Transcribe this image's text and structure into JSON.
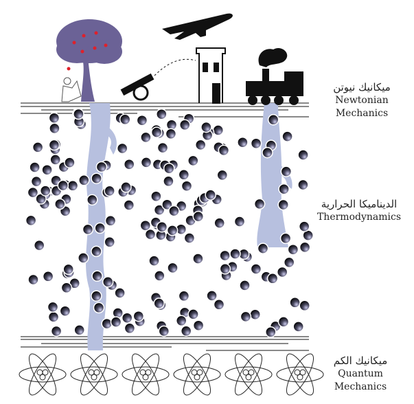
{
  "labels": {
    "newtonian": {
      "arabic": "ميكانيك نيوتن",
      "english_1": "Newtonian",
      "english_2": "Mechanics"
    },
    "thermo": {
      "arabic": "الديناميكا الحرارية",
      "english_1": "Thermodynamics"
    },
    "quantum": {
      "arabic": "ميكانيك الكم",
      "english_1": "Quantum",
      "english_2": "Mechanics"
    }
  },
  "colors": {
    "root": "#b7c0df",
    "tree": "#6b6296",
    "apple": "#e0202a",
    "ink": "#111111"
  },
  "atom_count": 6
}
